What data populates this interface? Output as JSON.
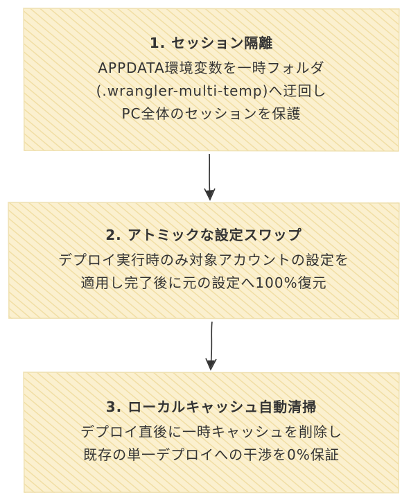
{
  "steps": [
    {
      "title": "1. セッション隔離",
      "lines": [
        "APPDATA環境変数を一時フォルダ",
        "(.wrangler-multi-temp)へ迂回し",
        "PC全体のセッションを保護"
      ]
    },
    {
      "title": "2. アトミックな設定スワップ",
      "lines": [
        "デプロイ実行時のみ対象アカウントの設定を",
        "適用し完了後に元の設定へ100%復元"
      ]
    },
    {
      "title": "3. ローカルキャッシュ自動清掃",
      "lines": [
        "デプロイ直後に一時キャッシュを削除し",
        "既存の単一デプロイへの干渉を0%保証"
      ]
    }
  ],
  "colors": {
    "box_fill": "#fbf0cf",
    "box_hatch": "#f2dfa3",
    "box_border": "#f0e3b8",
    "arrow": "#333333",
    "text": "#333333"
  }
}
